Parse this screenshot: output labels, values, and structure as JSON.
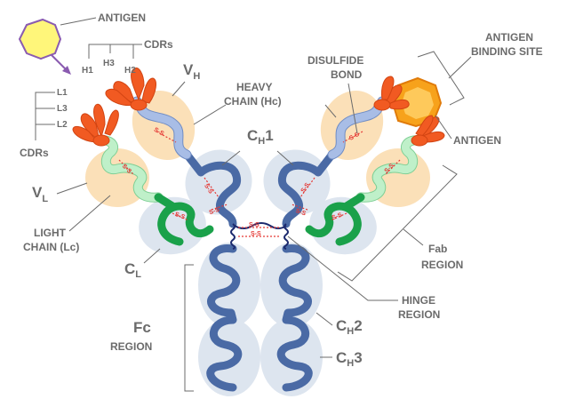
{
  "labels": {
    "antigen_top": "ANTIGEN",
    "cdrs_top": "CDRs",
    "h1": "H1",
    "h3": "H3",
    "h2": "H2",
    "l1": "L1",
    "l3": "L3",
    "l2": "L2",
    "cdrs_left": "CDRs",
    "vh_main": "V",
    "vh_sub": "H",
    "vl_main": "V",
    "vl_sub": "L",
    "heavy_chain_1": "HEAVY",
    "heavy_chain_2": "CHAIN (Hc)",
    "ch1_main": "C",
    "ch1_sub": "H",
    "ch1_num": "1",
    "light_chain_1": "LIGHT",
    "light_chain_2": "CHAIN (Lc)",
    "cl_main": "C",
    "cl_sub": "L",
    "disulfide_1": "DISULFIDE",
    "disulfide_2": "BOND",
    "binding_site_1": "ANTIGEN",
    "binding_site_2": "BINDING SITE",
    "antigen_right": "ANTIGEN",
    "fab_1": "Fab",
    "fab_2": "REGION",
    "hinge_1": "HINGE",
    "hinge_2": "REGION",
    "ch2_main": "C",
    "ch2_sub": "H",
    "ch2_num": "2",
    "ch3_main": "C",
    "ch3_sub": "H",
    "ch3_num": "3",
    "fc_1": "Fc",
    "fc_2": "REGION",
    "ss": "S-S"
  },
  "colors": {
    "heavy_chain": "#4a6aa5",
    "variable_heavy": "#a8bde6",
    "light_constant": "#1aa14a",
    "light_variable": "#bff0c9",
    "cdr": "#f15a22",
    "disulfide": "#e53935",
    "antigen_top": "#fff67a",
    "antigen_right": "#f7a21b",
    "hinge": "#1c2a6e"
  }
}
